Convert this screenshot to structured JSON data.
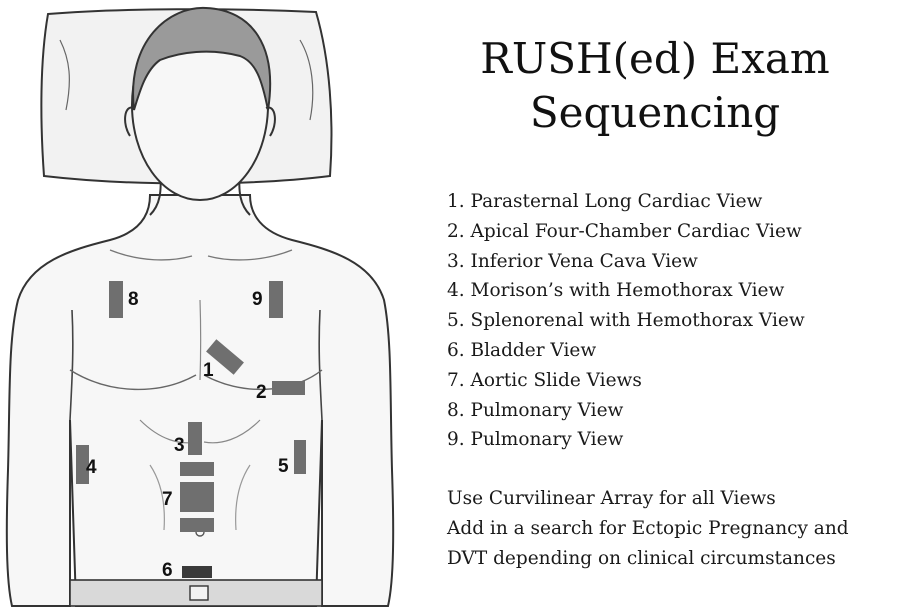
{
  "title": {
    "line1": "RUSH(ed) Exam",
    "line2": "Sequencing"
  },
  "views": [
    "1. Parasternal Long Cardiac View",
    "2. Apical Four-Chamber Cardiac View",
    "3. Inferior Vena Cava View",
    "4. Morison’s with Hemothorax View",
    "5. Splenorenal with Hemothorax View",
    "6. Bladder View",
    "7. Aortic Slide Views",
    "8. Pulmonary View",
    "9. Pulmonary View"
  ],
  "notes": [
    "Use Curvilinear Array for all Views",
    "Add in a search for Ectopic Pregnancy and",
    "DVT depending on clinical circumstances"
  ],
  "probe_labels": [
    "1",
    "2",
    "3",
    "4",
    "5",
    "6",
    "7",
    "8",
    "9"
  ],
  "colors": {
    "probe": "#6f6f6f",
    "probe_dark": "#3a3a3a",
    "skin": "#f7f7f7",
    "hair": "#9a9a9a",
    "pillow": "#f2f2f2",
    "text": "#111111"
  }
}
